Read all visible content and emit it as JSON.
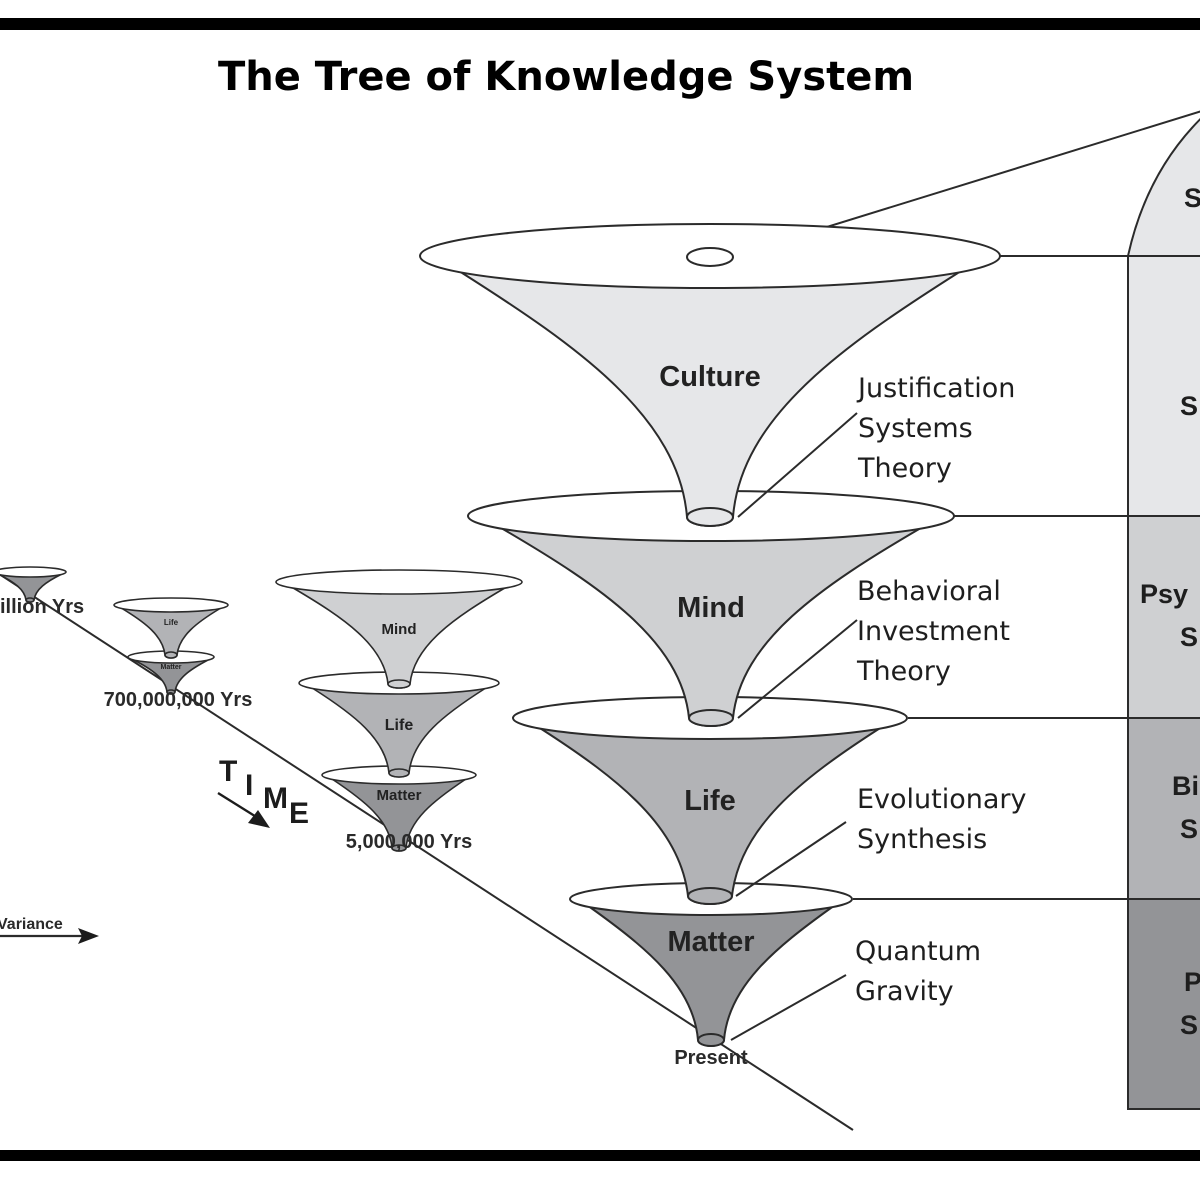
{
  "title": "The Tree of Knowledge System",
  "colors": {
    "culture": "#e6e7e9",
    "mind": "#cfd0d2",
    "life": "#b2b3b6",
    "matter": "#939497",
    "rim": "#ffffff",
    "outline": "#2b2b2b",
    "frame": "#000000"
  },
  "main_stack": {
    "levels": [
      {
        "id": "culture",
        "label": "Culture",
        "theory": [
          "Justification",
          "Systems",
          "Theory"
        ]
      },
      {
        "id": "mind",
        "label": "Mind",
        "theory": [
          "Behavioral",
          "Investment",
          "Theory"
        ]
      },
      {
        "id": "life",
        "label": "Life",
        "theory": [
          "Evolutionary",
          "Synthesis"
        ]
      },
      {
        "id": "matter",
        "label": "Matter",
        "theory": [
          "Quantum",
          "Gravity"
        ]
      }
    ],
    "era_label": "Present"
  },
  "past_stacks": [
    {
      "era_label": "illion Yrs",
      "levels": [
        {
          "id": "matter",
          "label": ""
        }
      ]
    },
    {
      "era_label": "700,000,000 Yrs",
      "levels": [
        {
          "id": "life",
          "label": "Life"
        },
        {
          "id": "matter",
          "label": "Matter"
        }
      ]
    },
    {
      "era_label": "5,000,000 Yrs",
      "levels": [
        {
          "id": "mind",
          "label": "Mind"
        },
        {
          "id": "life",
          "label": "Life"
        },
        {
          "id": "matter",
          "label": "Matter"
        }
      ]
    }
  ],
  "time_axis": {
    "letters": [
      "T",
      "I",
      "M",
      "E"
    ]
  },
  "variance_axis": {
    "label": "Variance"
  },
  "science_column": {
    "cells": [
      {
        "id": "culture-dome",
        "shade": "culture",
        "lines": [
          "S"
        ]
      },
      {
        "id": "social",
        "shade": "culture",
        "lines": [
          "S"
        ]
      },
      {
        "id": "psychology",
        "shade": "mind",
        "lines": [
          "Psy",
          "S"
        ]
      },
      {
        "id": "biological",
        "shade": "life",
        "lines": [
          "Bi",
          "S"
        ]
      },
      {
        "id": "physical",
        "shade": "matter",
        "lines": [
          "P",
          "S"
        ]
      }
    ]
  }
}
